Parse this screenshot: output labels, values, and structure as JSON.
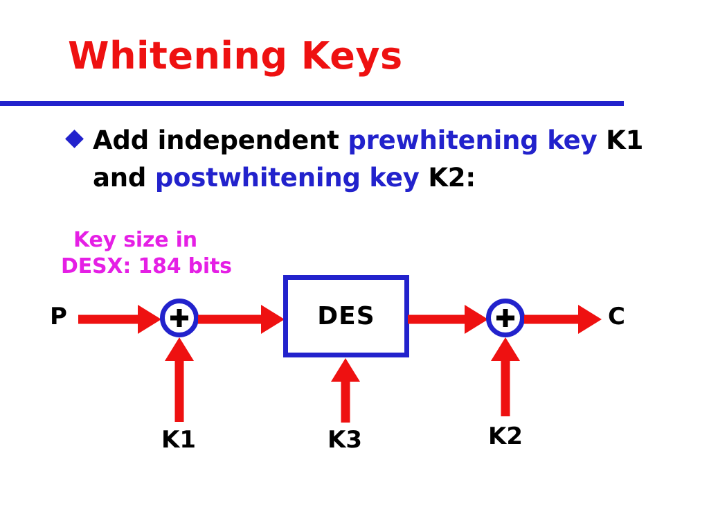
{
  "slide": {
    "title": "Whitening Keys",
    "title_color": "#ee1111",
    "rule_color": "#2222cc",
    "background": "#ffffff"
  },
  "bullet": {
    "marker": "diamond-bullet",
    "marker_color": "#2222cc",
    "segments": {
      "lead": "Add independent ",
      "key1_name": "prewhitening key",
      "key1_label": " K1",
      "conjunction": " and ",
      "key2_name": "postwhitening key",
      "key2_label": " K2:"
    },
    "emphasis_color": "#2222cc",
    "text_color": "#000000"
  },
  "note": {
    "line1": "Key size in",
    "line2": "DESX: 184 bits",
    "color": "#e51fe5"
  },
  "diagram": {
    "input_label": "P",
    "output_label": "C",
    "cipher_block_label": "DES",
    "xor_glyph": "+",
    "block_border_color": "#2222cc",
    "arrow_color": "#ee1111",
    "xor_ring_color": "#2222cc",
    "keys": [
      {
        "label": "K1",
        "feeds": "prewhitening-xor"
      },
      {
        "label": "K3",
        "feeds": "des-block"
      },
      {
        "label": "K2",
        "feeds": "postwhitening-xor"
      }
    ],
    "flow": [
      "P",
      "xor-prewhitening",
      "DES",
      "xor-postwhitening",
      "C"
    ]
  }
}
